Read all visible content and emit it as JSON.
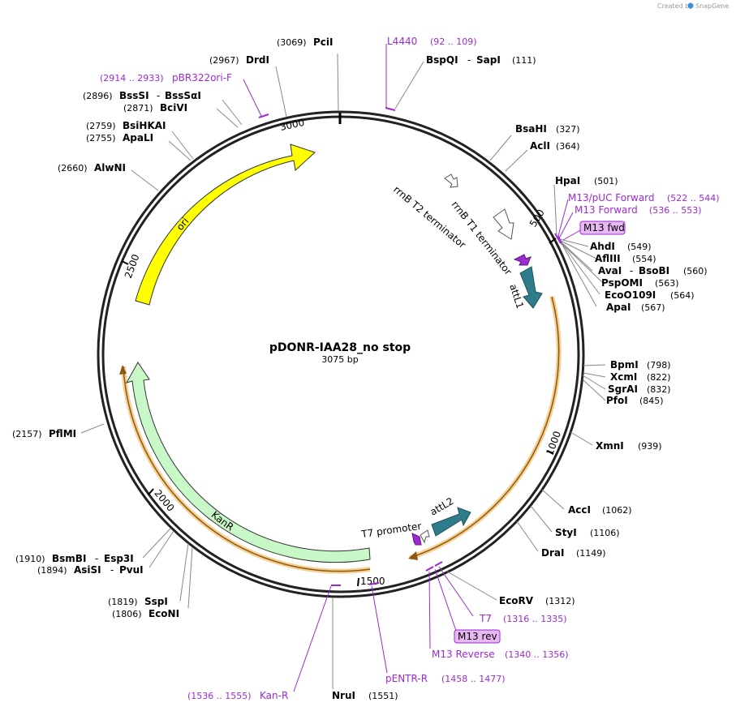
{
  "header": {
    "credit_text": "Created by",
    "brand": "SnapGene"
  },
  "plasmid": {
    "name": "pDONR-IAA28_no stop",
    "length_label": "3075 bp"
  },
  "colors": {
    "backbone": "#222222",
    "primer": "#9d29d4",
    "ori": "#ffff00",
    "kanr": "#c8f7c8",
    "attL": "#2f7d8c",
    "gene_highlight": "#f0a73a",
    "terminator": "#ffffff",
    "promoter": "#ffffff",
    "primer_box": "#e8b8f2"
  },
  "tick_labels": [
    "500",
    "1000",
    "1500",
    "2000",
    "2500",
    "3000"
  ],
  "enzymes": [
    {
      "name": "PciI",
      "pos": "(3069)"
    },
    {
      "name": "DrdI",
      "pos": "(2967)"
    },
    {
      "name": "BssSI",
      "name2": "BssSαI",
      "pos": "(2896)"
    },
    {
      "name": "BciVI",
      "pos": "(2871)"
    },
    {
      "name": "BsiHKAI",
      "pos": "(2759)"
    },
    {
      "name": "ApaLI",
      "pos": "(2755)"
    },
    {
      "name": "AlwNI",
      "pos": "(2660)"
    },
    {
      "name": "BspQI",
      "name2": "SapI",
      "pos": "(111)"
    },
    {
      "name": "BsaHI",
      "pos": "(327)"
    },
    {
      "name": "AclI",
      "pos": "(364)"
    },
    {
      "name": "HpaI",
      "pos": "(501)"
    },
    {
      "name": "AhdI",
      "pos": "(549)"
    },
    {
      "name": "AflIII",
      "pos": "(554)"
    },
    {
      "name": "AvaI",
      "name2": "BsoBI",
      "pos": "(560)"
    },
    {
      "name": "PspOMI",
      "pos": "(563)"
    },
    {
      "name": "EcoO109I",
      "pos": "(564)"
    },
    {
      "name": "ApaI",
      "pos": "(567)"
    },
    {
      "name": "BpmI",
      "pos": "(798)"
    },
    {
      "name": "XcmI",
      "pos": "(822)"
    },
    {
      "name": "SgrAI",
      "pos": "(832)"
    },
    {
      "name": "PfoI",
      "pos": "(845)"
    },
    {
      "name": "XmnI",
      "pos": "(939)"
    },
    {
      "name": "AccI",
      "pos": "(1062)"
    },
    {
      "name": "StyI",
      "pos": "(1106)"
    },
    {
      "name": "DraI",
      "pos": "(1149)"
    },
    {
      "name": "EcoRV",
      "pos": "(1312)"
    },
    {
      "name": "NruI",
      "pos": "(1551)"
    },
    {
      "name": "SspI",
      "pos": "(1819)"
    },
    {
      "name": "EcoNI",
      "pos": "(1806)"
    },
    {
      "name": "BsmBI",
      "name2": "Esp3I",
      "pos": "(1910)"
    },
    {
      "name": "AsiSI",
      "name2": "PvuI",
      "pos": "(1894)"
    },
    {
      "name": "PflMI",
      "pos": "(2157)"
    }
  ],
  "primers": [
    {
      "name": "L4440",
      "range": "(92 .. 109)"
    },
    {
      "name": "pBR322ori-F",
      "range": "(2914 .. 2933)"
    },
    {
      "name": "M13/pUC Forward",
      "range": "(522 .. 544)"
    },
    {
      "name": "M13 Forward",
      "range": "(536 .. 553)"
    },
    {
      "name": "M13 fwd",
      "range": ""
    },
    {
      "name": "T7",
      "range": "(1316 .. 1335)"
    },
    {
      "name": "M13 rev",
      "range": ""
    },
    {
      "name": "M13 Reverse",
      "range": "(1340 .. 1356)"
    },
    {
      "name": "pENTR-R",
      "range": "(1458 .. 1477)"
    },
    {
      "name": "Kan-R",
      "range": "(1536 .. 1555)"
    }
  ],
  "features": {
    "ori": "ori",
    "kanr": "KanR",
    "attl1": "attL1",
    "attl2": "attL2",
    "rrnb_t1": "rrnB T1 terminator",
    "rrnb_t2": "rrnB T2 terminator",
    "t7_promoter": "T7 promoter"
  }
}
